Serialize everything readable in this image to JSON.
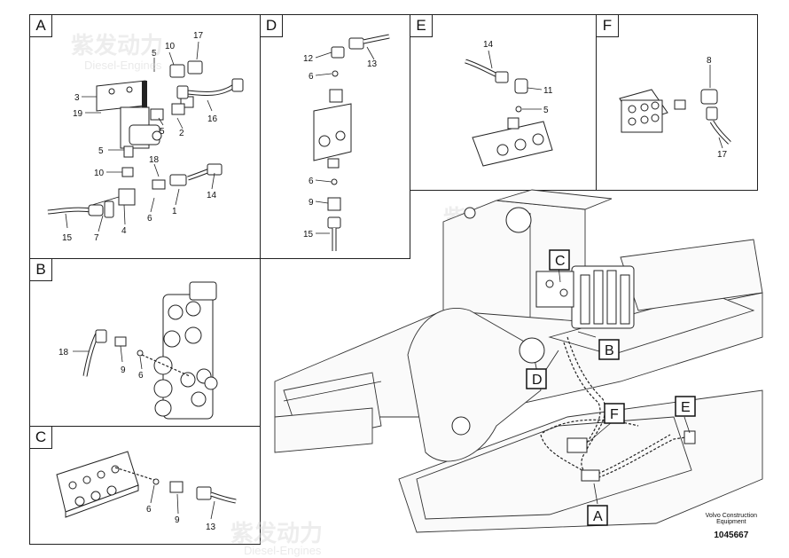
{
  "panels": {
    "A": {
      "label": "A"
    },
    "B": {
      "label": "B"
    },
    "C": {
      "label": "C"
    },
    "D": {
      "label": "D"
    },
    "E": {
      "label": "E"
    },
    "F": {
      "label": "F"
    }
  },
  "callouts": [
    "A",
    "B",
    "C",
    "D",
    "E",
    "F"
  ],
  "numbers_A": [
    "3",
    "19",
    "5",
    "10",
    "17",
    "16",
    "2",
    "5",
    "5",
    "10",
    "18",
    "14",
    "1",
    "6",
    "4",
    "7",
    "15"
  ],
  "numbers_B": [
    "18",
    "9",
    "6"
  ],
  "numbers_C": [
    "6",
    "9",
    "13"
  ],
  "numbers_D": [
    "12",
    "13",
    "6",
    "6",
    "9",
    "15"
  ],
  "numbers_E": [
    "14",
    "11",
    "5"
  ],
  "numbers_F": [
    "8",
    "17"
  ],
  "footer": {
    "line1": "Volvo Construction",
    "line2": "Equipment",
    "id": "1045667"
  },
  "watermark": {
    "brand": "紫发动力",
    "sub": "Diesel-Engines"
  }
}
